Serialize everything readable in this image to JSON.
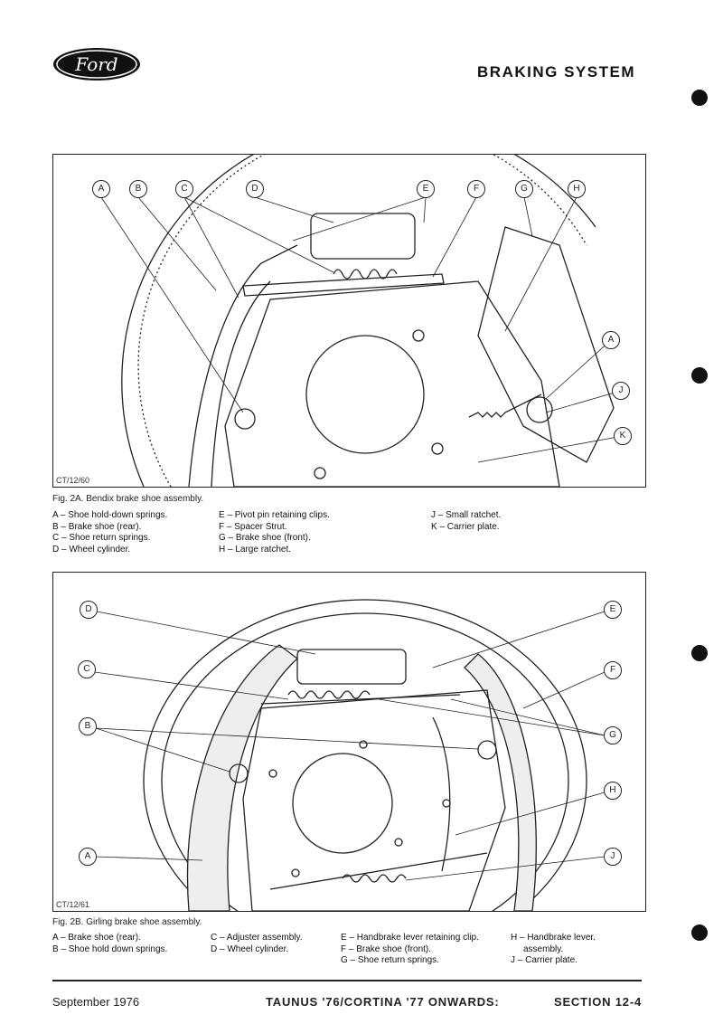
{
  "header": {
    "logo": "Ford",
    "title": "BRAKING SYSTEM"
  },
  "fig_a": {
    "code": "CT/12/60",
    "caption": "Fig. 2A. Bendix brake shoe assembly.",
    "callouts": [
      "A",
      "B",
      "C",
      "D",
      "E",
      "F",
      "G",
      "H",
      "A",
      "J",
      "K"
    ],
    "legend": [
      [
        "A – Shoe hold-down springs.",
        "B – Brake shoe (rear).",
        "C – Shoe return springs.",
        "D – Wheel cylinder."
      ],
      [
        "E – Pivot pin retaining clips.",
        "F – Spacer Strut.",
        "G – Brake shoe (front).",
        "H – Large ratchet."
      ],
      [
        "J – Small ratchet.",
        "K – Carrier plate."
      ]
    ]
  },
  "fig_b": {
    "code": "CT/12/61",
    "caption": "Fig. 2B. Girling brake shoe assembly.",
    "callouts": [
      "D",
      "C",
      "B",
      "A",
      "E",
      "F",
      "G",
      "H",
      "J"
    ],
    "legend": [
      [
        "A – Brake shoe (rear).",
        "B – Shoe hold down springs."
      ],
      [
        "C – Adjuster assembly.",
        "D – Wheel cylinder."
      ],
      [
        "E – Handbrake lever retaining clip.",
        "F – Brake shoe (front).",
        "G – Shoe return springs."
      ],
      [
        "H – Handbrake lever.",
        "   assembly.",
        "J – Carrier plate."
      ]
    ]
  },
  "footer": {
    "date": "September 1976",
    "model": "TAUNUS '76/CORTINA '77 ONWARDS:",
    "section": "SECTION 12-4"
  }
}
